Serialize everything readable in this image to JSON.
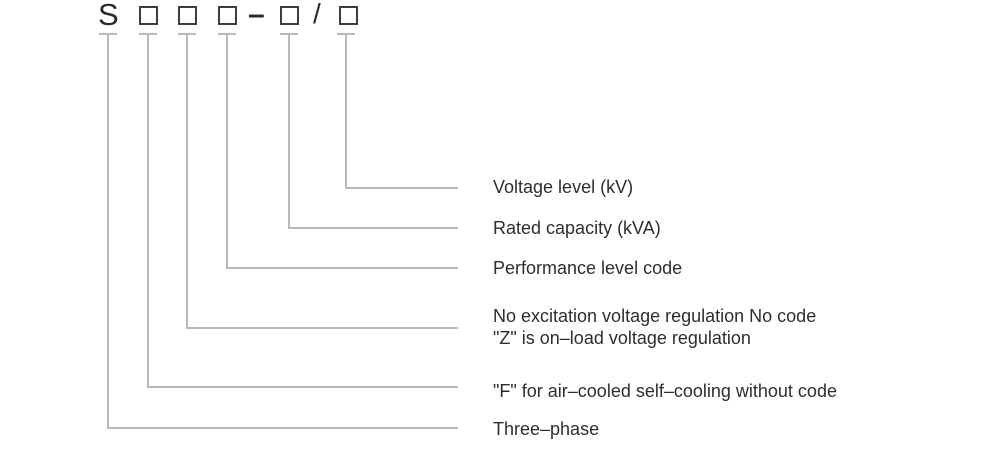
{
  "code": {
    "prefix": "S",
    "dash": "–",
    "slash": "/",
    "box_count": 5
  },
  "annotations": {
    "voltage_level": "Voltage level (kV)",
    "rated_capacity": "Rated capacity (kVA)",
    "performance_level": "Performance level code",
    "regulation_line1": "No excitation voltage regulation No code",
    "regulation_line2": "\"Z\" is on–load voltage regulation",
    "cooling": "\"F\" for air–cooled self–cooling without code",
    "phase": "Three–phase"
  },
  "colors": {
    "background": "#ffffff",
    "connector_line": "#b9b9b9",
    "symbol_text": "#2a2a2a",
    "label_text": "#2e2e2e",
    "box_border": "#3d3d3d"
  }
}
